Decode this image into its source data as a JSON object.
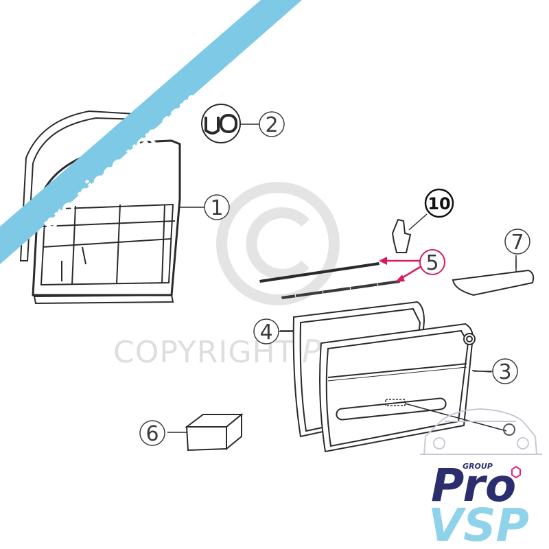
{
  "watermark": {
    "copyright_text": "COPYRIGHT",
    "copyright_brand": "ProVSP"
  },
  "banner": {
    "url": "pro-piece-vsp.com",
    "color": "#7ec9e6"
  },
  "callouts": [
    {
      "label": "1"
    },
    {
      "label": "2"
    },
    {
      "label": "3"
    },
    {
      "label": "4"
    },
    {
      "label": "5"
    },
    {
      "label": "6"
    },
    {
      "label": "7"
    },
    {
      "label": "10"
    }
  ],
  "logo": {
    "group": "GROUP",
    "pro": "Pro",
    "vsp": "VSP",
    "primary_color": "#2c2d6e",
    "accent_color": "#8fd3ea",
    "highlight_color": "#e0218a"
  },
  "highlight_color": "#d81b60"
}
